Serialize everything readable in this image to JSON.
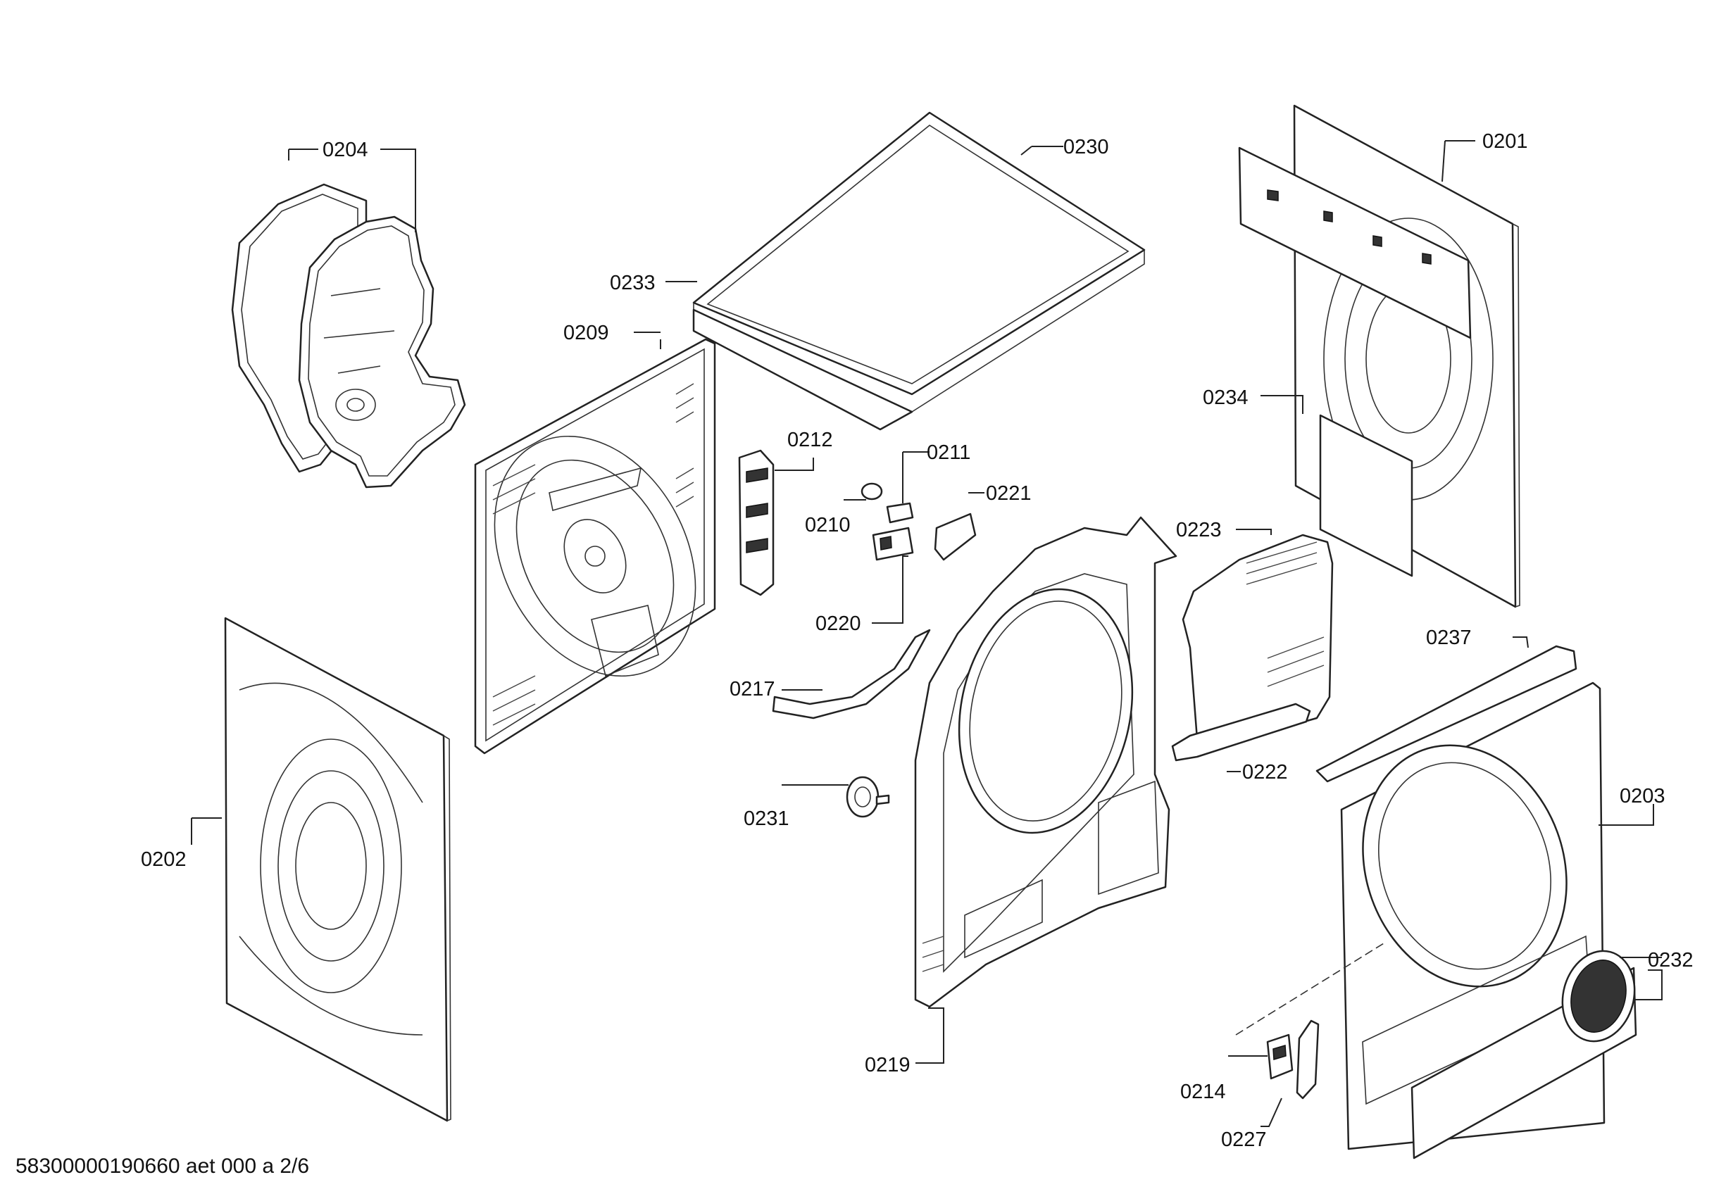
{
  "document_ref": "58300000190660 aet 000 a 2/6",
  "parts": [
    {
      "id": "0201",
      "label": "0201"
    },
    {
      "id": "0202",
      "label": "0202"
    },
    {
      "id": "0203",
      "label": "0203"
    },
    {
      "id": "0204",
      "label": "0204"
    },
    {
      "id": "0209",
      "label": "0209"
    },
    {
      "id": "0210",
      "label": "0210"
    },
    {
      "id": "0211",
      "label": "0211"
    },
    {
      "id": "0212",
      "label": "0212"
    },
    {
      "id": "0214",
      "label": "0214"
    },
    {
      "id": "0217",
      "label": "0217"
    },
    {
      "id": "0219",
      "label": "0219"
    },
    {
      "id": "0220",
      "label": "0220"
    },
    {
      "id": "0221",
      "label": "0221"
    },
    {
      "id": "0222",
      "label": "0222"
    },
    {
      "id": "0223",
      "label": "0223"
    },
    {
      "id": "0227",
      "label": "0227"
    },
    {
      "id": "0230",
      "label": "0230"
    },
    {
      "id": "0231",
      "label": "0231"
    },
    {
      "id": "0232",
      "label": "0232"
    },
    {
      "id": "0233",
      "label": "0233"
    },
    {
      "id": "0234",
      "label": "0234"
    },
    {
      "id": "0237",
      "label": "0237"
    }
  ]
}
